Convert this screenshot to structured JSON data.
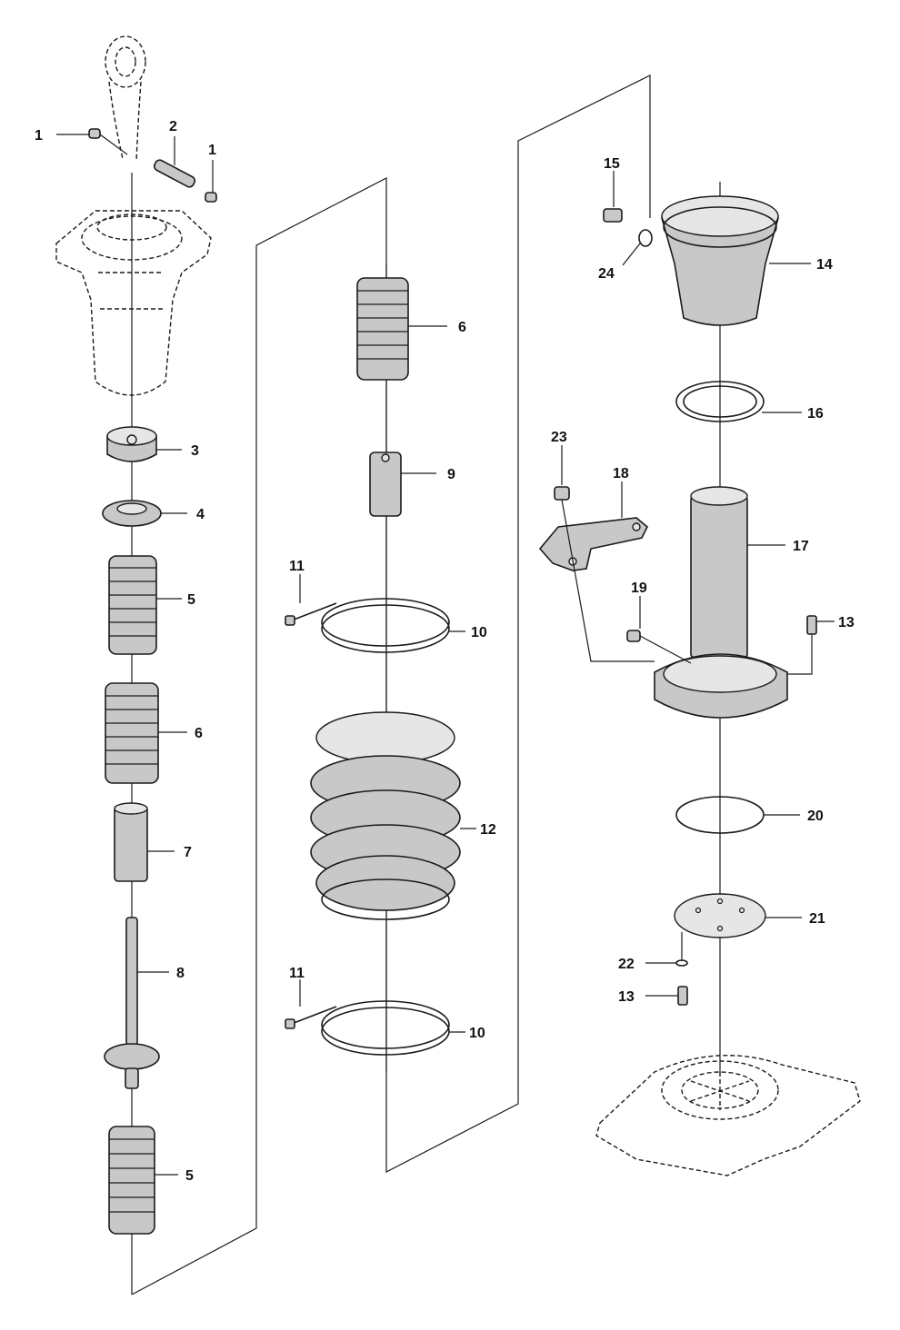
{
  "parts": [
    {
      "id": "p1a",
      "number": "1"
    },
    {
      "id": "p1b",
      "number": "1"
    },
    {
      "id": "p2",
      "number": "2"
    },
    {
      "id": "p3",
      "number": "3"
    },
    {
      "id": "p4",
      "number": "4"
    },
    {
      "id": "p5a",
      "number": "5"
    },
    {
      "id": "p6a",
      "number": "6"
    },
    {
      "id": "p7",
      "number": "7"
    },
    {
      "id": "p8",
      "number": "8"
    },
    {
      "id": "p5b",
      "number": "5"
    },
    {
      "id": "p6b",
      "number": "6"
    },
    {
      "id": "p9",
      "number": "9"
    },
    {
      "id": "p11a",
      "number": "11"
    },
    {
      "id": "p10a",
      "number": "10"
    },
    {
      "id": "p12",
      "number": "12"
    },
    {
      "id": "p11b",
      "number": "11"
    },
    {
      "id": "p10b",
      "number": "10"
    },
    {
      "id": "p15",
      "number": "15"
    },
    {
      "id": "p24",
      "number": "24"
    },
    {
      "id": "p14",
      "number": "14"
    },
    {
      "id": "p16",
      "number": "16"
    },
    {
      "id": "p23",
      "number": "23"
    },
    {
      "id": "p18",
      "number": "18"
    },
    {
      "id": "p17",
      "number": "17"
    },
    {
      "id": "p19",
      "number": "19"
    },
    {
      "id": "p13a",
      "number": "13"
    },
    {
      "id": "p20",
      "number": "20"
    },
    {
      "id": "p21",
      "number": "21"
    },
    {
      "id": "p22",
      "number": "22"
    },
    {
      "id": "p13b",
      "number": "13"
    }
  ]
}
